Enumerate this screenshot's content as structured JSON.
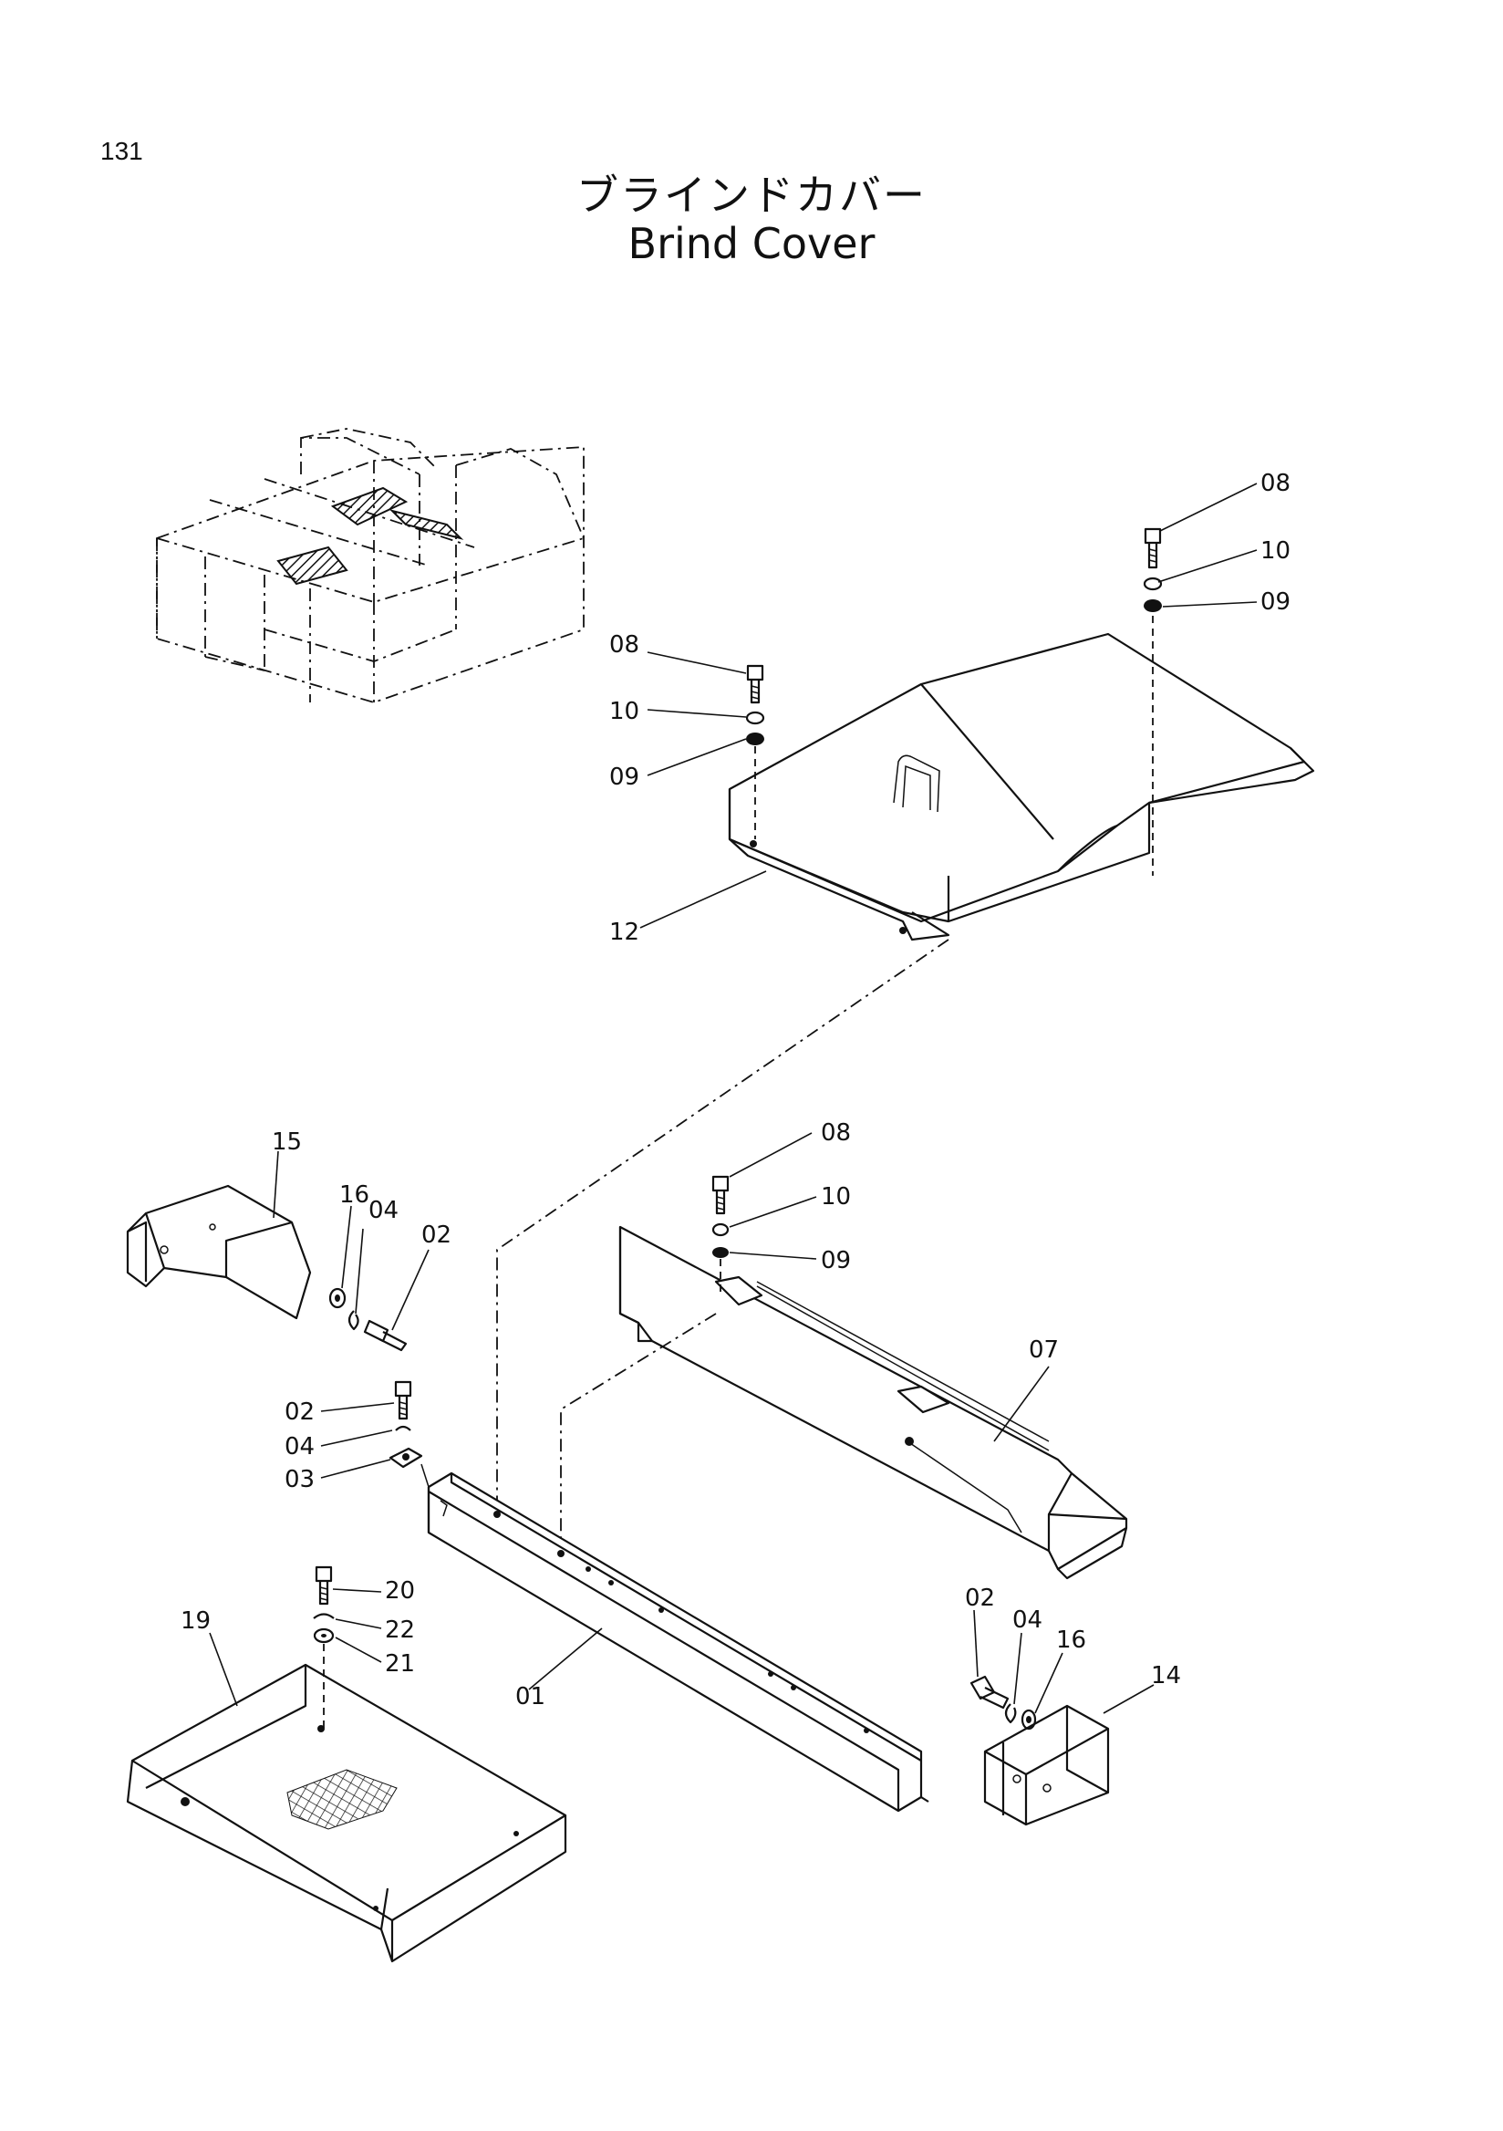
{
  "page_number": "131",
  "title_jp": "ブラインドカバー",
  "title_en": "Brind Cover",
  "callouts": {
    "c08a": "08",
    "c10a": "10",
    "c09a": "09",
    "c08b": "08",
    "c10b": "10",
    "c09b": "09",
    "c12": "12",
    "c15": "15",
    "c16a": "16",
    "c04a": "04",
    "c02a": "02",
    "c08c": "08",
    "c10c": "10",
    "c09c": "09",
    "c07": "07",
    "c02b": "02",
    "c04b": "04",
    "c03": "03",
    "c20": "20",
    "c22": "22",
    "c21": "21",
    "c19": "19",
    "c01": "01",
    "c02c": "02",
    "c04c": "04",
    "c16b": "16",
    "c14": "14"
  },
  "colors": {
    "ink": "#111111",
    "paper": "#ffffff"
  }
}
